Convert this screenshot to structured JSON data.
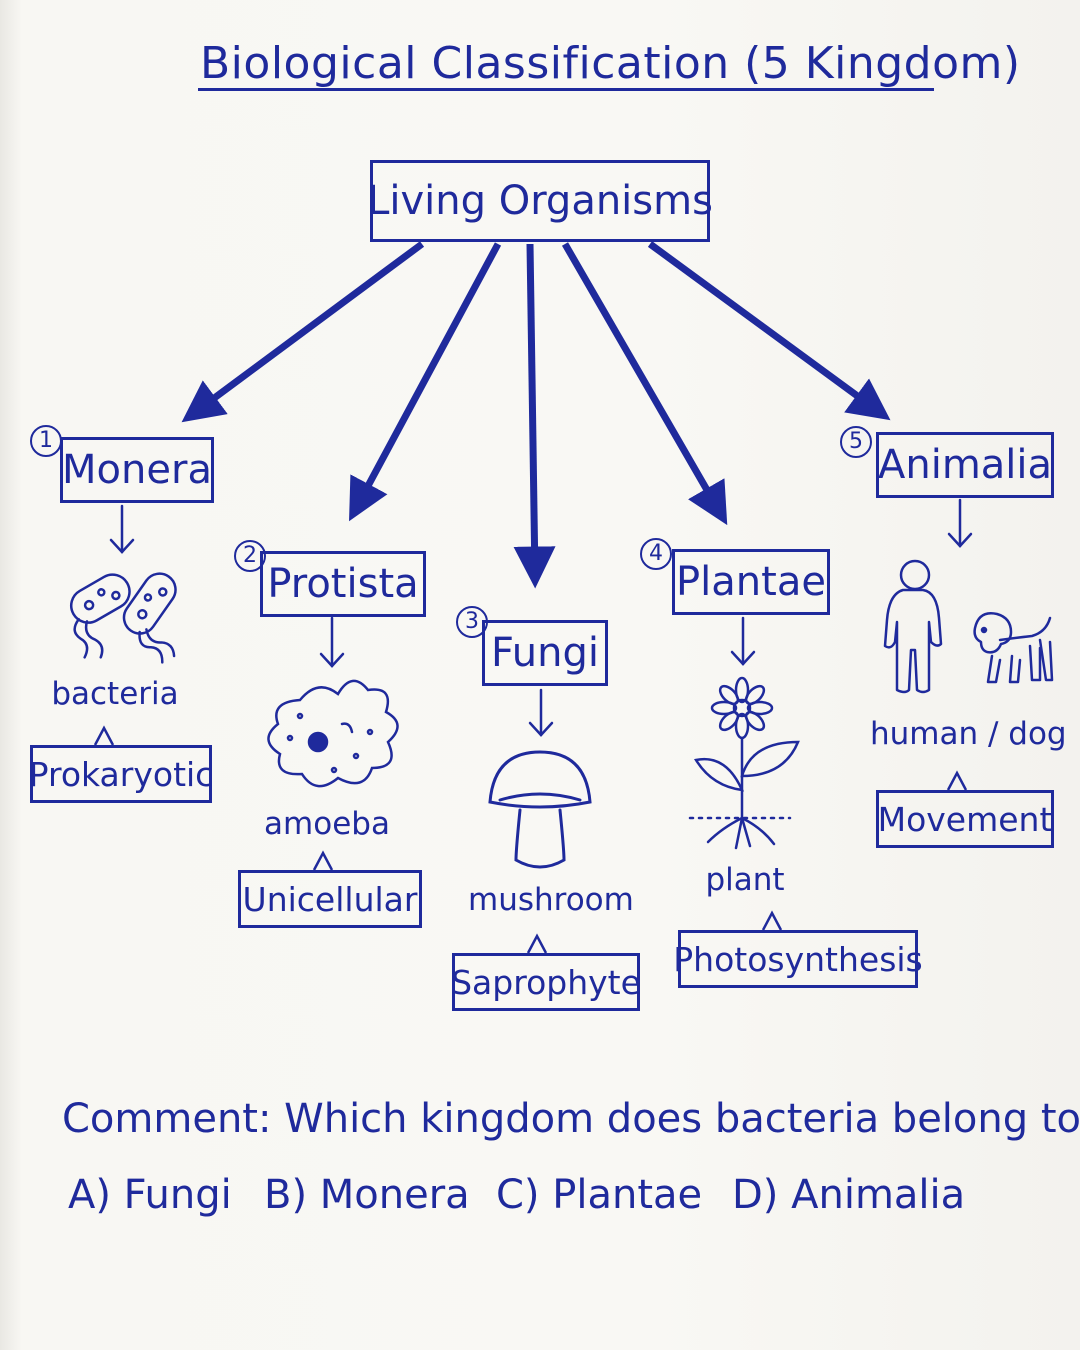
{
  "title": "Biological Classification (5 Kingdom)",
  "root": "Living Organisms",
  "kingdoms": [
    {
      "number": "1",
      "name": "Monera",
      "example": "bacteria",
      "trait": "Prokaryotic",
      "icon": "bacteria-icon"
    },
    {
      "number": "2",
      "name": "Protista",
      "example": "amoeba",
      "trait": "Unicellular",
      "icon": "amoeba-icon"
    },
    {
      "number": "3",
      "name": "Fungi",
      "example": "mushroom",
      "trait": "Saprophyte",
      "icon": "mushroom-icon"
    },
    {
      "number": "4",
      "name": "Plantae",
      "example": "plant",
      "trait": "Photosynthesis",
      "icon": "flower-plant-icon"
    },
    {
      "number": "5",
      "name": "Animalia",
      "example": "human / dog",
      "trait": "Movement",
      "icon": "human-dog-icon"
    }
  ],
  "question": "Comment: Which kingdom does bacteria belong to?",
  "options": [
    "A) Fungi",
    "B) Monera",
    "C) Plantae",
    "D) Animalia"
  ],
  "colors": {
    "ink": "#1f2a9c",
    "paper": "#f7f6f2"
  }
}
